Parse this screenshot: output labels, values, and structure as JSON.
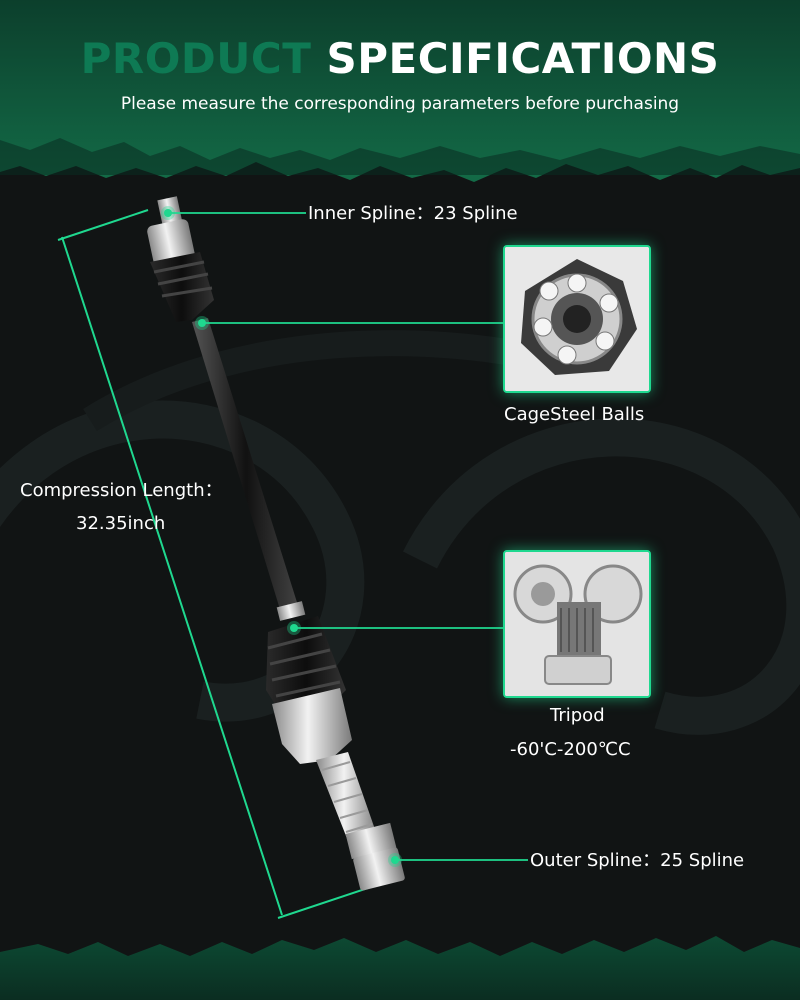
{
  "header": {
    "title_part1": "PRODUCT",
    "title_part2": "SPECIFICATIONS",
    "subtitle": "Please measure the corresponding parameters before purchasing"
  },
  "labels": {
    "inner_spline": "Inner Spline：23 Spline",
    "cage_steel_balls": "CageSteel Balls",
    "compression_length_line1": "Compression Length：",
    "compression_length_line2": "32.35inch",
    "tripod_line1": "Tripod",
    "tripod_line2": "-60'C-200℃C",
    "outer_spline": "Outer Spline：25 Spline"
  },
  "colors": {
    "accent": "#1fd88f",
    "title_dark_green": "#0e7a54",
    "background": "#111414",
    "band_green": "#0f5a3c",
    "text": "#ffffff"
  }
}
